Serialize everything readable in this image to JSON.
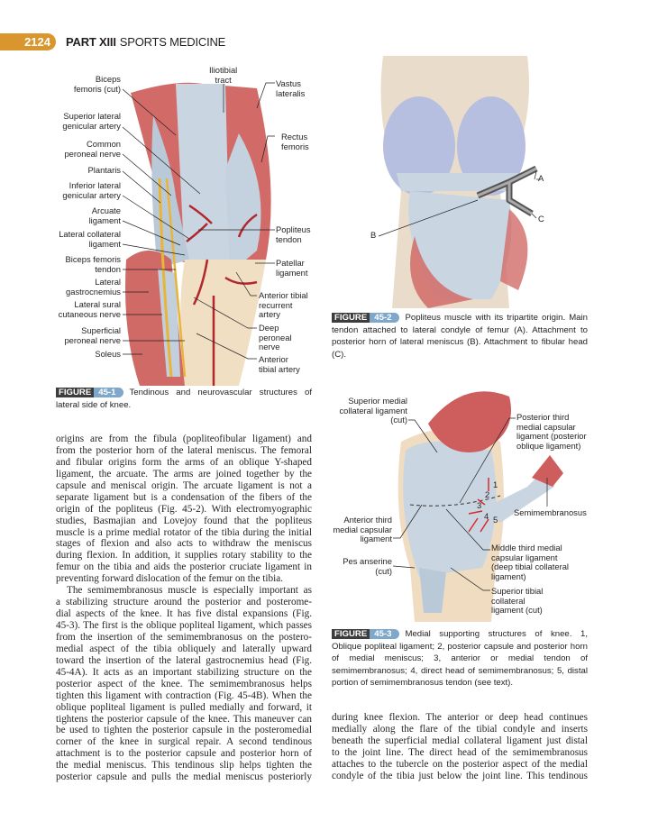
{
  "header": {
    "page_number": "2124",
    "part": "PART XIII",
    "section": "SPORTS MEDICINE"
  },
  "colors": {
    "accent": "#d9962e",
    "figure_tag_dark": "#3d3d3f",
    "figure_tag_blue": "#7fa7c9",
    "muscle": "#c8585a",
    "ligament": "#c9d6e2",
    "bone": "#f0dcc0"
  },
  "figure1": {
    "labels_left": [
      "Biceps\nfemoris (cut)",
      "Superior lateral\ngenicular artery",
      "Common\nperoneal nerve",
      "Plantaris",
      "Inferior lateral\ngenicular artery",
      "Arcuate\nligament",
      "Lateral collateral\nligament",
      "Biceps femoris\ntendon",
      "Lateral\ngastrocnemius",
      "Lateral sural\ncutaneous nerve",
      "Superficial\nperoneal nerve",
      "Soleus"
    ],
    "label_top": "Iliotibial\ntract",
    "labels_right": [
      "Vastus\nlateralis",
      "Rectus\nfemoris",
      "Popliteus\ntendon",
      "Patellar\nligament",
      "Anterior tibial\nrecurrent\nartery",
      "Deep\nperoneal\nnerve",
      "Anterior\ntibial artery"
    ],
    "caption": {
      "tag": "FIGURE",
      "number": "45-1",
      "text": "Tendinous and neurovascular structures of lateral side of knee."
    }
  },
  "figure2": {
    "labels": [
      "A",
      "B",
      "C"
    ],
    "caption": {
      "tag": "FIGURE",
      "number": "45-2",
      "text": "Popliteus muscle with its tripartite origin. Main tendon attached to lateral condyle of femur (A). Attachment to posterior horn of lateral meniscus (B). Attachment to fibular head (C)."
    }
  },
  "figure3": {
    "labels": [
      "Superior medial\ncollateral ligament\n(cut)",
      "Posterior third\nmedial capsular\nligament (posterior\noblique ligament)",
      "Semimembranosus",
      "Anterior third\nmedial capsular\nligament",
      "Pes anserine\n(cut)",
      "Middle third medial\ncapsular ligament\n(deep tibial collateral\nligament)",
      "Superior tibial\ncollateral\nligament (cut)"
    ],
    "numbers": [
      "1",
      "2",
      "3",
      "4",
      "5"
    ],
    "caption": {
      "tag": "FIGURE",
      "number": "45-3",
      "text": "Medial supporting structures of knee. 1, Oblique popliteal ligament; 2, posterior capsule and posterior horn of medial meniscus; 3, anterior or medial tendon of semimembranosus; 4, direct head of semimembranosus; 5, distal portion of semimembranosus tendon (see text)."
    }
  },
  "body_left": [
    "origins are from the fibula (popliteofibular ligament) and",
    "from the posterior horn of the lateral meniscus. The femoral",
    "and fibular origins form the arms of an oblique Y-shaped",
    "ligament, the arcuate. The arms are joined together by the",
    "capsule and meniscal origin. The arcuate ligament is not a",
    "separate ligament but is a condensation of the fibers of the",
    "origin of the popliteus (Fig. 45-2). With electromyographic",
    "studies, Basmajian and Lovejoy found that the popliteus",
    "muscle is a prime medial rotator of the tibia during the initial",
    "stages of flexion and also acts to withdraw the meniscus",
    "during flexion. In addition, it supplies rotary stability to the",
    "femur on the tibia and aids the posterior cruciate ligament in",
    "preventing forward dislocation of the femur on the tibia.",
    "The semimembranosus muscle is especially important as",
    "a stabilizing structure around the posterior and posterome-",
    "dial aspects of the knee. It has five distal expansions (Fig.",
    "45-3). The first is the oblique popliteal ligament, which passes",
    "from the insertion of the semimembranosus on the postero-",
    "medial aspect of the tibia obliquely and laterally upward",
    "toward the insertion of the lateral gastrocnemius head (Fig.",
    "45-4A). It acts as an important stabilizing structure on the",
    "posterior aspect of the knee. The semimembranosus helps",
    "tighten this ligament with contraction (Fig. 45-4B). When the",
    "oblique popliteal ligament is pulled medially and forward, it",
    "tightens the posterior capsule of the knee. This maneuver can",
    "be used to tighten the posterior capsule in the posteromedial",
    "corner of the knee in surgical repair. A second tendinous",
    "attachment is to the posterior capsule and posterior horn of",
    "the medial meniscus. This tendinous slip helps tighten the",
    "posterior capsule and pulls the medial meniscus posteriorly"
  ],
  "body_right": [
    "during knee flexion. The anterior or deep head continues",
    "medially along the flare of the tibial condyle and inserts",
    "beneath the superficial medial collateral ligament just distal",
    "to the joint line. The direct head of the semimembranosus",
    "attaches to the tubercle on the posterior aspect of the medial",
    "condyle of the tibia just below the joint line. This tendinous"
  ]
}
